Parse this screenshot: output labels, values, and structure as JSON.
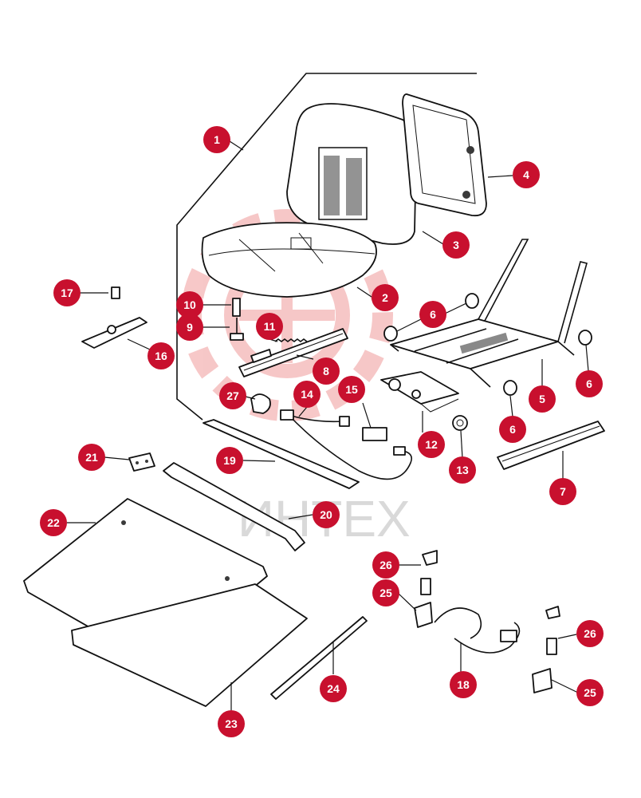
{
  "watermark": {
    "text": "ИНТЕХ",
    "color": "#e23b3b"
  },
  "accent_color": "#c8102e",
  "callouts": [
    {
      "id": "1",
      "label": "1"
    },
    {
      "id": "2",
      "label": "2"
    },
    {
      "id": "3",
      "label": "3"
    },
    {
      "id": "4",
      "label": "4"
    },
    {
      "id": "5",
      "label": "5"
    },
    {
      "id": "6a",
      "label": "6"
    },
    {
      "id": "6b",
      "label": "6"
    },
    {
      "id": "6c",
      "label": "6"
    },
    {
      "id": "7",
      "label": "7"
    },
    {
      "id": "8",
      "label": "8"
    },
    {
      "id": "9",
      "label": "9"
    },
    {
      "id": "10",
      "label": "10"
    },
    {
      "id": "11",
      "label": "11"
    },
    {
      "id": "12",
      "label": "12"
    },
    {
      "id": "13",
      "label": "13"
    },
    {
      "id": "14",
      "label": "14"
    },
    {
      "id": "15",
      "label": "15"
    },
    {
      "id": "16",
      "label": "16"
    },
    {
      "id": "17",
      "label": "17"
    },
    {
      "id": "18",
      "label": "18"
    },
    {
      "id": "19",
      "label": "19"
    },
    {
      "id": "20",
      "label": "20"
    },
    {
      "id": "21",
      "label": "21"
    },
    {
      "id": "22",
      "label": "22"
    },
    {
      "id": "23",
      "label": "23"
    },
    {
      "id": "24",
      "label": "24"
    },
    {
      "id": "25a",
      "label": "25"
    },
    {
      "id": "25b",
      "label": "25"
    },
    {
      "id": "26a",
      "label": "26"
    },
    {
      "id": "26b",
      "label": "26"
    },
    {
      "id": "27",
      "label": "27"
    }
  ]
}
